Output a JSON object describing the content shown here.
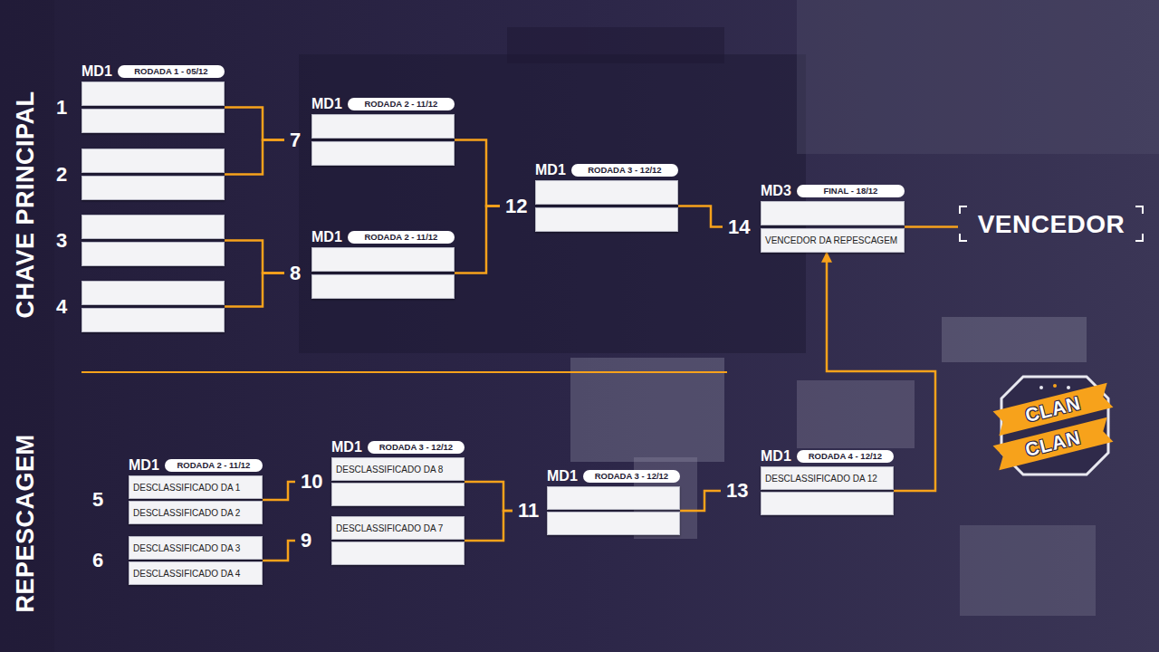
{
  "diagram": {
    "nodes": [
      {
        "text": [
          "1",
          "MD1",
          "RODADA 1 - 05/12"
        ]
      },
      {
        "text": [
          "2"
        ]
      },
      {
        "text": [
          "3"
        ]
      },
      {
        "text": [
          "4"
        ]
      },
      {
        "text": [
          "7",
          "MD1",
          "RODADA 2 - 11/12"
        ]
      },
      {
        "text": [
          "8",
          "MD1",
          "RODADA 2 - 11/12"
        ]
      },
      {
        "text": [
          "12",
          "MD1",
          "RODADA 3 - 12/12"
        ]
      },
      {
        "text": [
          "14",
          "MD3",
          "FINAL - 18/12"
        ]
      },
      {
        "text": [
          "VENCEDOR DA REPESCAGEM"
        ],
        "in": 7
      },
      {
        "text": [
          "VENCEDOR"
        ]
      },
      {
        "text": [
          "5",
          "MD1",
          "RODADA 2 - 11/12"
        ]
      },
      {
        "text": [
          "DESCLASSIFICADO DA 1"
        ],
        "in": 10
      },
      {
        "text": [
          "DESCLASSIFICADO DA 2"
        ],
        "in": 10
      },
      {
        "text": [
          "6"
        ]
      },
      {
        "text": [
          "DESCLASSIFICADO DA 3"
        ],
        "in": 13
      },
      {
        "text": [
          "DESCLASSIFICADO DA 4"
        ],
        "in": 13
      },
      {
        "text": [
          "10",
          "MD1",
          "RODADA 3 - 12/12"
        ]
      },
      {
        "text": [
          "DESCLASSIFICADO DA 8"
        ],
        "in": 16
      },
      {
        "text": [
          "9"
        ]
      },
      {
        "text": [
          "DESCLASSIFICADO DA 7"
        ],
        "in": 18
      },
      {
        "text": [
          "11",
          "MD1",
          "RODADA 3 - 12/12"
        ]
      },
      {
        "text": [
          "13",
          "MD1",
          "RODADA 4 - 12/12"
        ]
      },
      {
        "text": [
          "DESCLASSIFICADO DA 12"
        ],
        "in": 21
      }
    ],
    "edges": [
      {
        "from": 0,
        "to": 4,
        "arrow": "none"
      },
      {
        "from": 1,
        "to": 4,
        "arrow": "none"
      },
      {
        "from": 2,
        "to": 5,
        "arrow": "none"
      },
      {
        "from": 3,
        "to": 5,
        "arrow": "none"
      },
      {
        "from": 4,
        "to": 6,
        "arrow": "none"
      },
      {
        "from": 5,
        "to": 6,
        "arrow": "none"
      },
      {
        "from": 6,
        "to": 7,
        "arrow": "none"
      },
      {
        "from": 7,
        "to": 9,
        "arrow": "none"
      },
      {
        "from": 10,
        "to": 16,
        "arrow": "none"
      },
      {
        "from": 13,
        "to": 18,
        "arrow": "none"
      },
      {
        "from": 16,
        "to": 20,
        "arrow": "none"
      },
      {
        "from": 18,
        "to": 20,
        "arrow": "none"
      },
      {
        "from": 20,
        "to": 21,
        "arrow": "none"
      },
      {
        "from": 21,
        "to": 8,
        "arrow": "to"
      }
    ],
    "labels": [
      "CHAVE PRINCIPAL",
      "REPESCAGEM",
      "CLAN",
      "CLAN"
    ]
  }
}
